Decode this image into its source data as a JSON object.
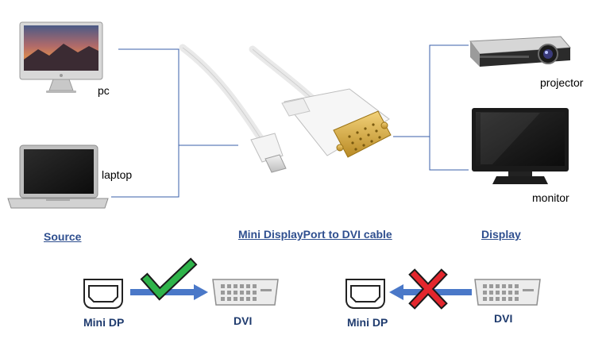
{
  "devices": {
    "pc": "pc",
    "laptop": "laptop",
    "projector": "projector",
    "monitor": "monitor"
  },
  "headings": {
    "source": "Source",
    "cable": "Mini DisplayPort to DVI cable",
    "display": "Display"
  },
  "compat": {
    "left_from": "Mini DP",
    "left_to": "DVI",
    "right_from": "Mini DP",
    "right_to": "DVI"
  },
  "colors": {
    "line": "#3a5fa8",
    "arrow": "#4a78c8",
    "check": "#2fb34a",
    "cross": "#e3262d",
    "heading": "#2f4f8f"
  },
  "icons": {
    "valid": "check-icon",
    "invalid": "cross-icon"
  }
}
